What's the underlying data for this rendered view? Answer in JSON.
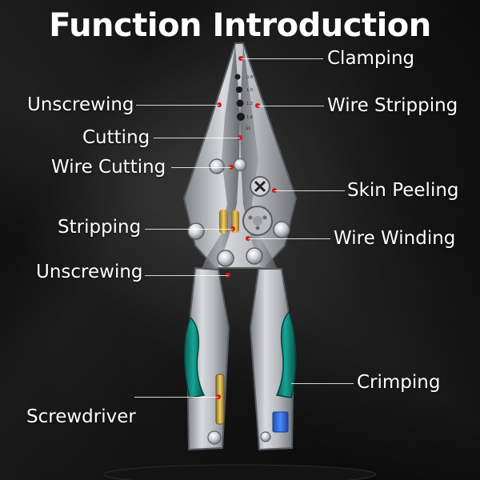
{
  "title": "Function Introduction",
  "labels": {
    "clamping": "Clamping",
    "unscrewing_top": "Unscrewing",
    "wire_stripping": "Wire Stripping",
    "cutting": "Cutting",
    "wire_cutting": "Wire Cutting",
    "skin_peeling": "Skin Peeling",
    "stripping": "Stripping",
    "wire_winding": "Wire Winding",
    "unscrewing_bottom": "Unscrewing",
    "crimping": "Crimping",
    "screwdriver": "Screwdriver"
  },
  "jaw_markings": {
    "line1": "0.8",
    "line2": "1.0",
    "line3": "1.3",
    "line4": "1.6",
    "line5": "S1"
  },
  "colors": {
    "background": "#111111",
    "title": "#ffffff",
    "steel_light": "#c8cbcf",
    "steel_mid": "#8f9398",
    "handle_teal": "#0d8f83",
    "handle_dark": "#0f4d4b",
    "accent_gold": "#d7b24d",
    "accent_blue": "#2f6ad9",
    "marker_red": "#d11a1a"
  }
}
